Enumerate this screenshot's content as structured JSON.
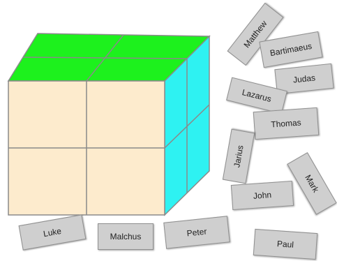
{
  "cube": {
    "front_color": "#fdebcd",
    "top_color": "#1df11d",
    "side_color": "#2ef2f2",
    "edge_color": "#8a8a8a"
  },
  "names": [
    "Matthew",
    "Bartimaeus",
    "Judas",
    "Lazarus",
    "Thomas",
    "Jarius",
    "Mark",
    "John",
    "Luke",
    "Malchus",
    "Peter",
    "Paul"
  ]
}
